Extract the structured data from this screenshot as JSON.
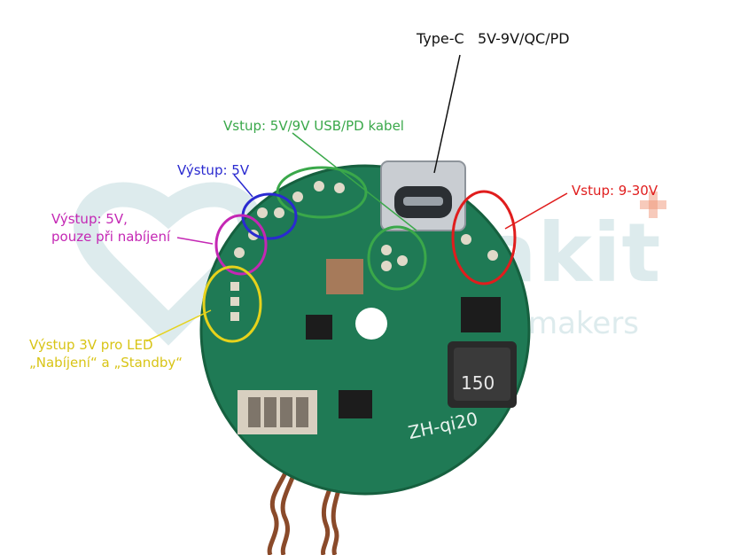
{
  "labels": {
    "type_c": "Type-C",
    "type_c_spec": "5V-9V/QC/PD",
    "input_usb": "Vstup: 5V/9V USB/PD kabel",
    "output_5v": "Výstup: 5V",
    "output_charge_line1": "Výstup: 5V,",
    "output_charge_line2": "pouze při nabíjení",
    "output_led_line1": "Výstup 3V pro LED",
    "output_led_line2": "„Nabíjení“ a „Standby“",
    "input_dc": "Vstup: 9-30V"
  },
  "board": {
    "name": "ZH-qi20",
    "inductor": "150"
  },
  "watermark": {
    "brand": "laskakit",
    "tagline": "for makers for makers"
  },
  "colors": {
    "green": "#3aa84a",
    "blue": "#2a2ad0",
    "magenta": "#c427b4",
    "yellow": "#e6d21b",
    "red": "#e01d1d",
    "pcb": "#1f7a55"
  }
}
